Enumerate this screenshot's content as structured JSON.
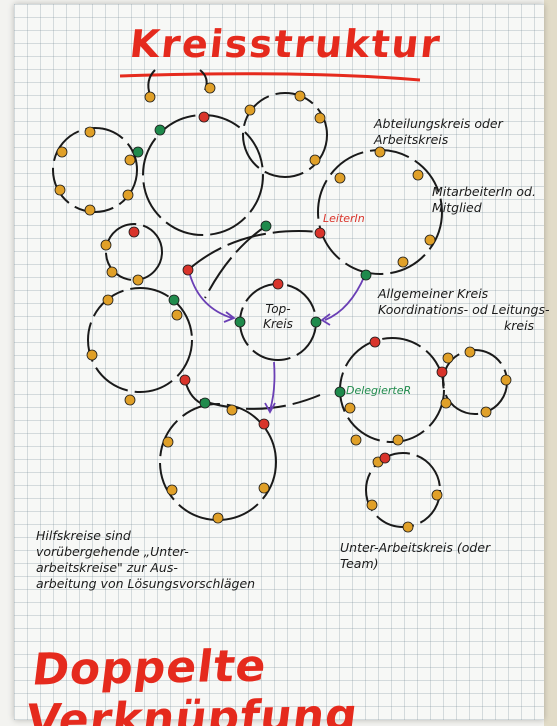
{
  "title": "Kreisstruktur",
  "bottom_title": "Doppelte Verknüpfung",
  "labels": {
    "top_circle_line1": "Top-",
    "top_circle_line2": "Kreis",
    "leiterin": "LeiterIn",
    "delegierte": "DelegierteR"
  },
  "notes": {
    "abteilungskreis": [
      "Abteilungskreis oder",
      "Arbeitskreis"
    ],
    "mitarbeiter": [
      "MitarbeiterIn od.",
      "Mitglied"
    ],
    "allgemeiner": [
      "Allgemeiner Kreis",
      "Koordinations- od Leitungs-",
      "kreis"
    ],
    "unter_arbeitskreis": [
      "Unter-Arbeitskreis (oder",
      "Team)"
    ],
    "hilfskreise": [
      "Hilfskreise sind",
      "vorübergehende „Unter-",
      "arbeitskreise\" zur Aus-",
      "arbeitung von Lösungsvorschlägen"
    ]
  },
  "colors": {
    "title_red": "#e52a1d",
    "leader_red": "#d9342b",
    "delegate_green": "#1f8a4c",
    "member_orange": "#e0a028",
    "arrow_purple": "#6a3fb5"
  }
}
